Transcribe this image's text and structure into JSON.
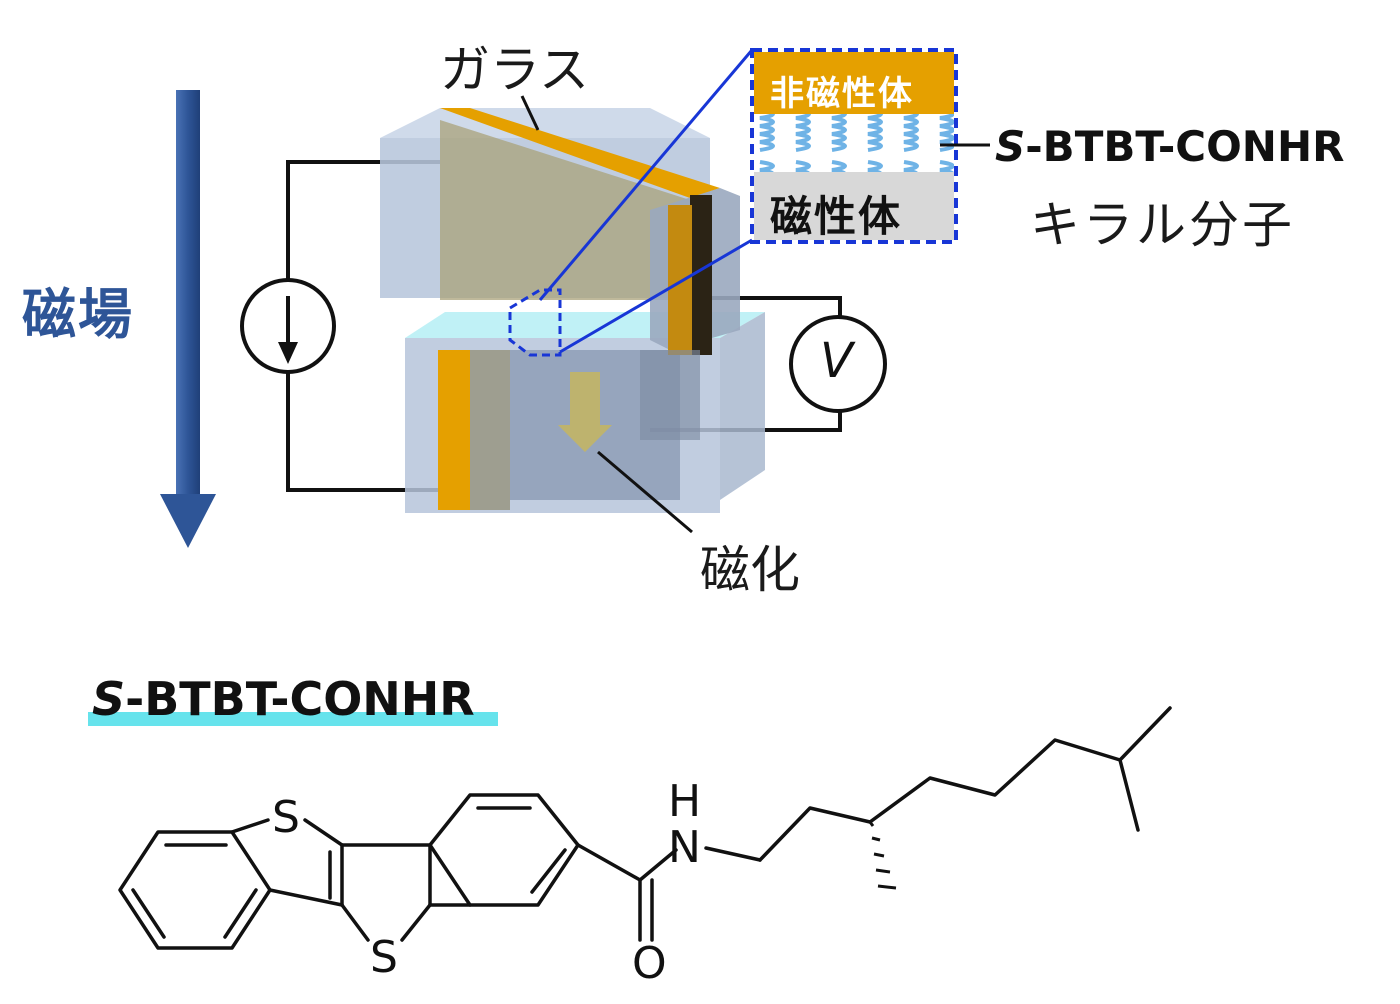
{
  "labels": {
    "magnetic_field": "磁場",
    "glass": "ガラス",
    "magnetization": "磁化",
    "non_magnetic": "非磁性体",
    "magnetic": "磁性体",
    "chiral_name_prefix": "S",
    "chiral_name_rest": "-BTBT-CONHR",
    "chiral_molecule": "キラル分子",
    "voltmeter": "V"
  },
  "structure": {
    "name_prefix": "S",
    "name_rest": "-BTBT-CONHR",
    "atoms": {
      "sulfur_top": "S",
      "sulfur_bottom": "S",
      "hydrogen": "H",
      "nitrogen": "N",
      "oxygen": "O"
    }
  },
  "colors": {
    "field_arrow": "#2e5597",
    "gold_layer": "#e5a000",
    "glass": "#b7c6dc",
    "dashed_box": "#1836d6",
    "highlight": "#66e3ec"
  }
}
